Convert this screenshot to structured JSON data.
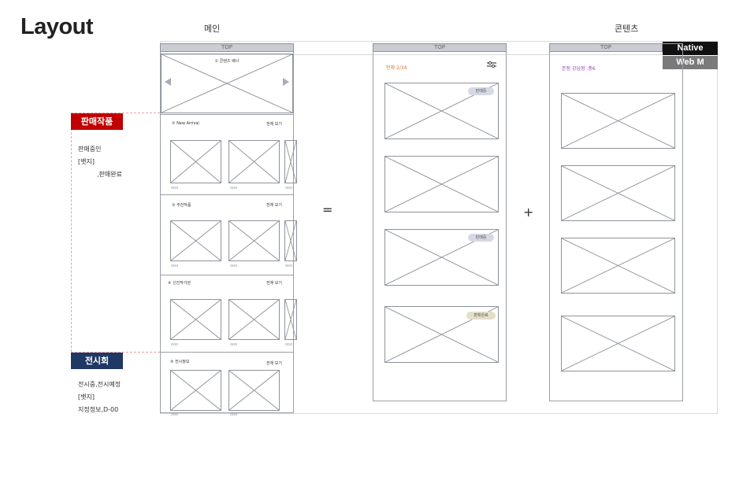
{
  "page": {
    "title": "Layout"
  },
  "columns": {
    "main": "메인",
    "content": "콘텐츠"
  },
  "top_label": "TOP",
  "platforms": [
    {
      "label": "Native",
      "bg": "#111111"
    },
    {
      "label": "Web M",
      "bg": "#7a7a7a"
    }
  ],
  "main_screen": {
    "banner_label": "① 콘텐츠 배너",
    "sections": [
      {
        "label": "② New Arrival",
        "more": "전체 보기"
      },
      {
        "label": "③ 추천작품",
        "more": "전체 보기"
      },
      {
        "label": "④ 신진작가관",
        "more": "전체 보기"
      },
      {
        "label": "⑤ 전시정보",
        "more": "전체 보기"
      }
    ],
    "caption_dots": "ooo"
  },
  "side_tags": [
    {
      "label": "판매작품",
      "color": "#c00000",
      "lines": [
        "판매중인",
        "[뱃지]",
        "        ,판매완료"
      ]
    },
    {
      "label": "전시회",
      "color": "#1f3864",
      "lines": [
        "전시중,전시예정",
        "[뱃지]",
        "지정정보,D-00"
      ]
    }
  ],
  "operators": {
    "equals": "=",
    "plus": "+"
  },
  "content_screen_a": {
    "header": "전체 2/34",
    "header_color": "#e07020",
    "badges": [
      "판매중",
      "판매중",
      "판매완료"
    ]
  },
  "content_screen_b": {
    "header": "본점 강남점 .총6",
    "header_color": "#9b3fbf"
  }
}
